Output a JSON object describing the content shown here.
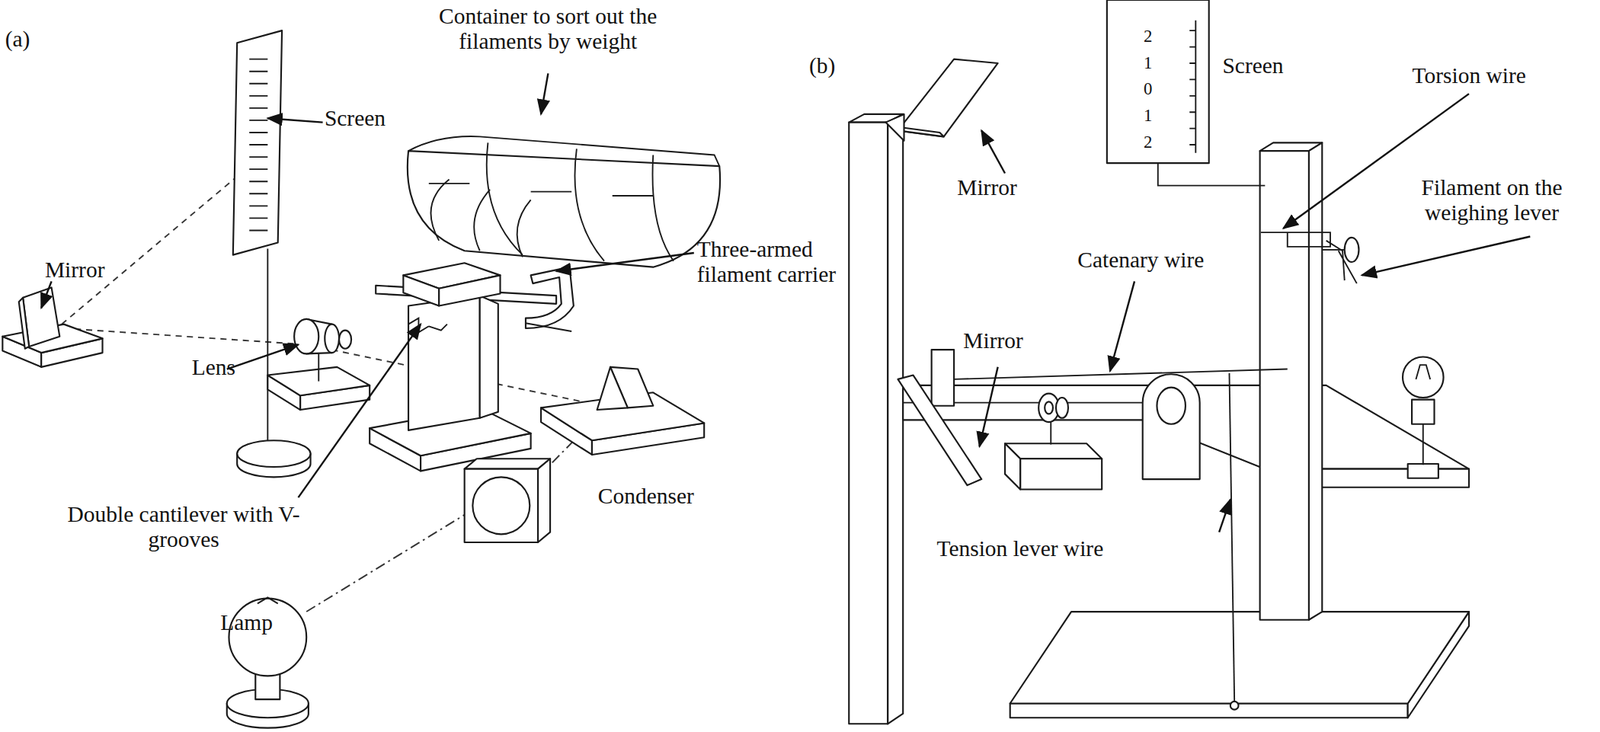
{
  "diagram": {
    "labels": [
      "(a)",
      "Container to sort out the filaments by weight",
      "Screen",
      "Mirror",
      "Three-armed filament carrier",
      "Lens",
      "Double cantilever with V-grooves",
      "Condenser",
      "Lamp",
      "(b)",
      "Screen",
      "Torsion wire",
      "Mirror",
      "Filament on the weighing lever",
      "Catenary wire",
      "Mirror",
      "Tension lever wire",
      "2",
      "1",
      "0",
      "1",
      "2"
    ]
  }
}
